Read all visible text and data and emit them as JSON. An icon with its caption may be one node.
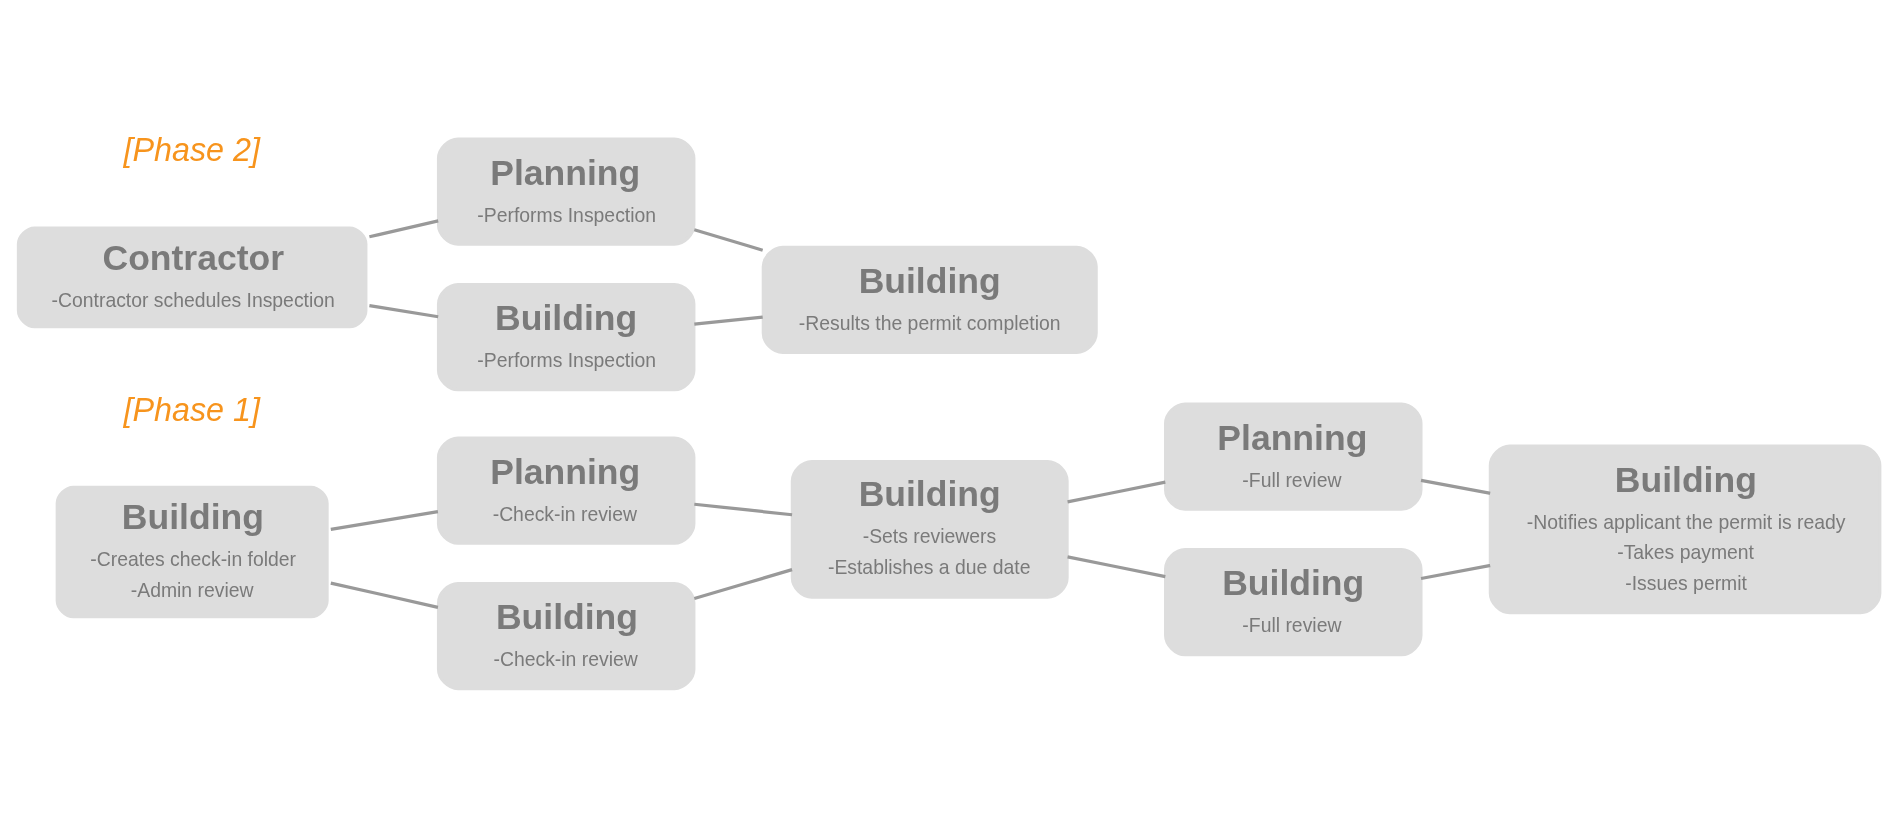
{
  "diagram": {
    "nodes": [
      {
        "text": [
          "Building",
          "-Creates check-in folder",
          "-Admin review"
        ]
      },
      {
        "text": [
          "Planning",
          "-Check-in review"
        ]
      },
      {
        "text": [
          "Building",
          "-Check-in review"
        ]
      },
      {
        "text": [
          "Building",
          "-Sets reviewers",
          "-Establishes a due date"
        ]
      },
      {
        "text": [
          "Planning",
          "-Full review"
        ]
      },
      {
        "text": [
          "Building",
          "-Full review"
        ]
      },
      {
        "text": [
          "Building",
          "-Notifies applicant the permit is ready",
          "-Takes payment",
          "-Issues permit"
        ]
      },
      {
        "text": [
          "Contractor",
          "-Contractor schedules Inspection"
        ]
      },
      {
        "text": [
          "Planning",
          "-Performs Inspection"
        ]
      },
      {
        "text": [
          "Building",
          "-Performs Inspection"
        ]
      },
      {
        "text": [
          "Building",
          "-Results the permit completion"
        ]
      }
    ],
    "edges": [
      {
        "from": 0,
        "to": 1,
        "arrow": "none"
      },
      {
        "from": 0,
        "to": 2,
        "arrow": "none"
      },
      {
        "from": 1,
        "to": 3,
        "arrow": "none"
      },
      {
        "from": 2,
        "to": 3,
        "arrow": "none"
      },
      {
        "from": 3,
        "to": 4,
        "arrow": "none"
      },
      {
        "from": 3,
        "to": 5,
        "arrow": "none"
      },
      {
        "from": 4,
        "to": 6,
        "arrow": "none"
      },
      {
        "from": 5,
        "to": 6,
        "arrow": "none"
      },
      {
        "from": 7,
        "to": 8,
        "arrow": "none"
      },
      {
        "from": 7,
        "to": 9,
        "arrow": "none"
      },
      {
        "from": 8,
        "to": 10,
        "arrow": "none"
      },
      {
        "from": 9,
        "to": 10,
        "arrow": "none"
      }
    ],
    "labels": [
      "[Phase 1]",
      "[Phase 2]"
    ]
  }
}
